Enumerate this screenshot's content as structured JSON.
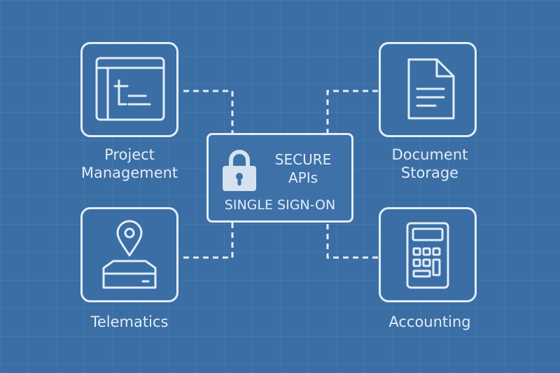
{
  "diagram": {
    "hub": {
      "title_line1": "SECURE",
      "title_line2": "APIs",
      "subtitle": "SINGLE SIGN-ON",
      "icon": "padlock-icon"
    },
    "nodes": [
      {
        "label_line1": "Project",
        "label_line2": "Management",
        "icon": "gantt-window-icon"
      },
      {
        "label_line1": "Document",
        "label_line2": "Storage",
        "icon": "document-icon"
      },
      {
        "label_line1": "Telematics",
        "label_line2": "",
        "icon": "location-pin-device-icon"
      },
      {
        "label_line1": "Accounting",
        "label_line2": "",
        "icon": "calculator-icon"
      }
    ],
    "colors": {
      "background": "#3a6ea5",
      "line": "#e3ecf6",
      "lock_fill": "#d6e2ef"
    }
  }
}
